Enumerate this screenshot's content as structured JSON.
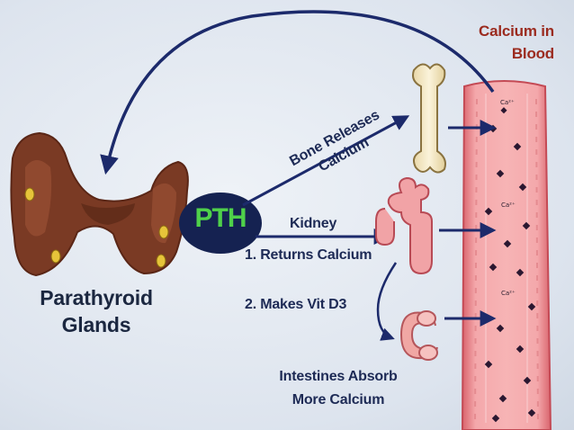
{
  "title": "Calcium in Blood",
  "hormone": "PTH",
  "glands_label": "Parathyroid Glands",
  "bone_label": "Bone Releases Calcium",
  "kidney_label": "Kidney",
  "kidney_step1": "1. Returns Calcium",
  "kidney_step2": "2. Makes Vit D3",
  "intestine_label": "Intestines Absorb More Calcium",
  "ion_labels": [
    "Ca²⁺",
    "Ca²⁺",
    "Ca²⁺"
  ],
  "colors": {
    "arrow": "#1c2a6b",
    "pth_oval": "#152251",
    "pth_text": "#4fd14a",
    "vessel": "#f2a0a3",
    "vessel_edge": "#d45a64",
    "gland": "#7a3a24",
    "nodule": "#e6c43a",
    "title_text": "#9b2b1f"
  },
  "icons": [
    "thyroid-gland-icon",
    "bone-icon",
    "kidney-nephron-icon",
    "intestine-icon",
    "blood-vessel-icon"
  ]
}
